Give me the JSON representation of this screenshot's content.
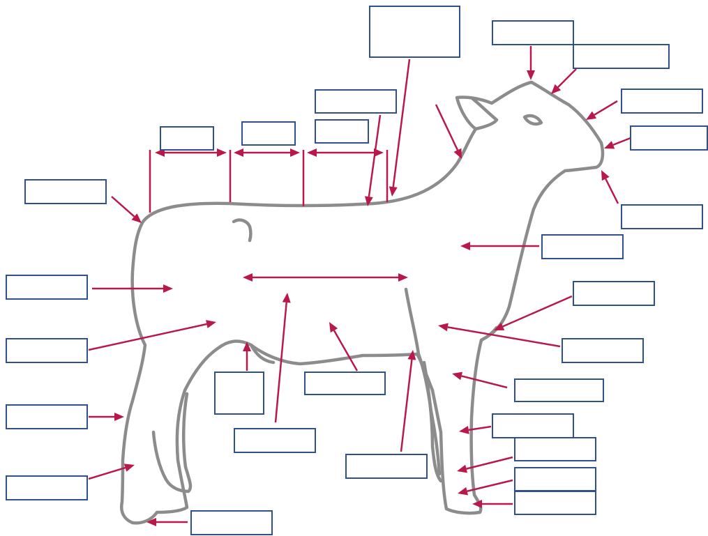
{
  "diagram": {
    "subject": "lamb",
    "colors": {
      "outline": "#8c8c8c",
      "arrow": "#b8194a",
      "box_border": "#2f4f8f"
    },
    "label_boxes": [
      {
        "id": "top-center",
        "text": ""
      },
      {
        "id": "poll",
        "text": ""
      },
      {
        "id": "head-top-right",
        "text": ""
      },
      {
        "id": "face-upper",
        "text": ""
      },
      {
        "id": "muzzle",
        "text": ""
      },
      {
        "id": "jaw",
        "text": ""
      },
      {
        "id": "neck-top",
        "text": ""
      },
      {
        "id": "rack-segment",
        "text": ""
      },
      {
        "id": "loin-segment",
        "text": ""
      },
      {
        "id": "leg-segment",
        "text": ""
      },
      {
        "id": "dock",
        "text": ""
      },
      {
        "id": "shoulder",
        "text": ""
      },
      {
        "id": "chest",
        "text": ""
      },
      {
        "id": "hindquarter",
        "text": ""
      },
      {
        "id": "flank",
        "text": ""
      },
      {
        "id": "foreleg-upper",
        "text": ""
      },
      {
        "id": "hock",
        "text": ""
      },
      {
        "id": "hind-cannon",
        "text": ""
      },
      {
        "id": "underline-small",
        "text": ""
      },
      {
        "id": "belly",
        "text": ""
      },
      {
        "id": "barrel",
        "text": ""
      },
      {
        "id": "foreflank",
        "text": ""
      },
      {
        "id": "knee",
        "text": ""
      },
      {
        "id": "front-cannon",
        "text": ""
      },
      {
        "id": "pastern",
        "text": ""
      },
      {
        "id": "front-hoof",
        "text": ""
      },
      {
        "id": "hind-pastern",
        "text": ""
      },
      {
        "id": "hind-hoof",
        "text": ""
      },
      {
        "id": "elbow",
        "text": ""
      },
      {
        "id": "knee-back",
        "text": ""
      }
    ]
  }
}
